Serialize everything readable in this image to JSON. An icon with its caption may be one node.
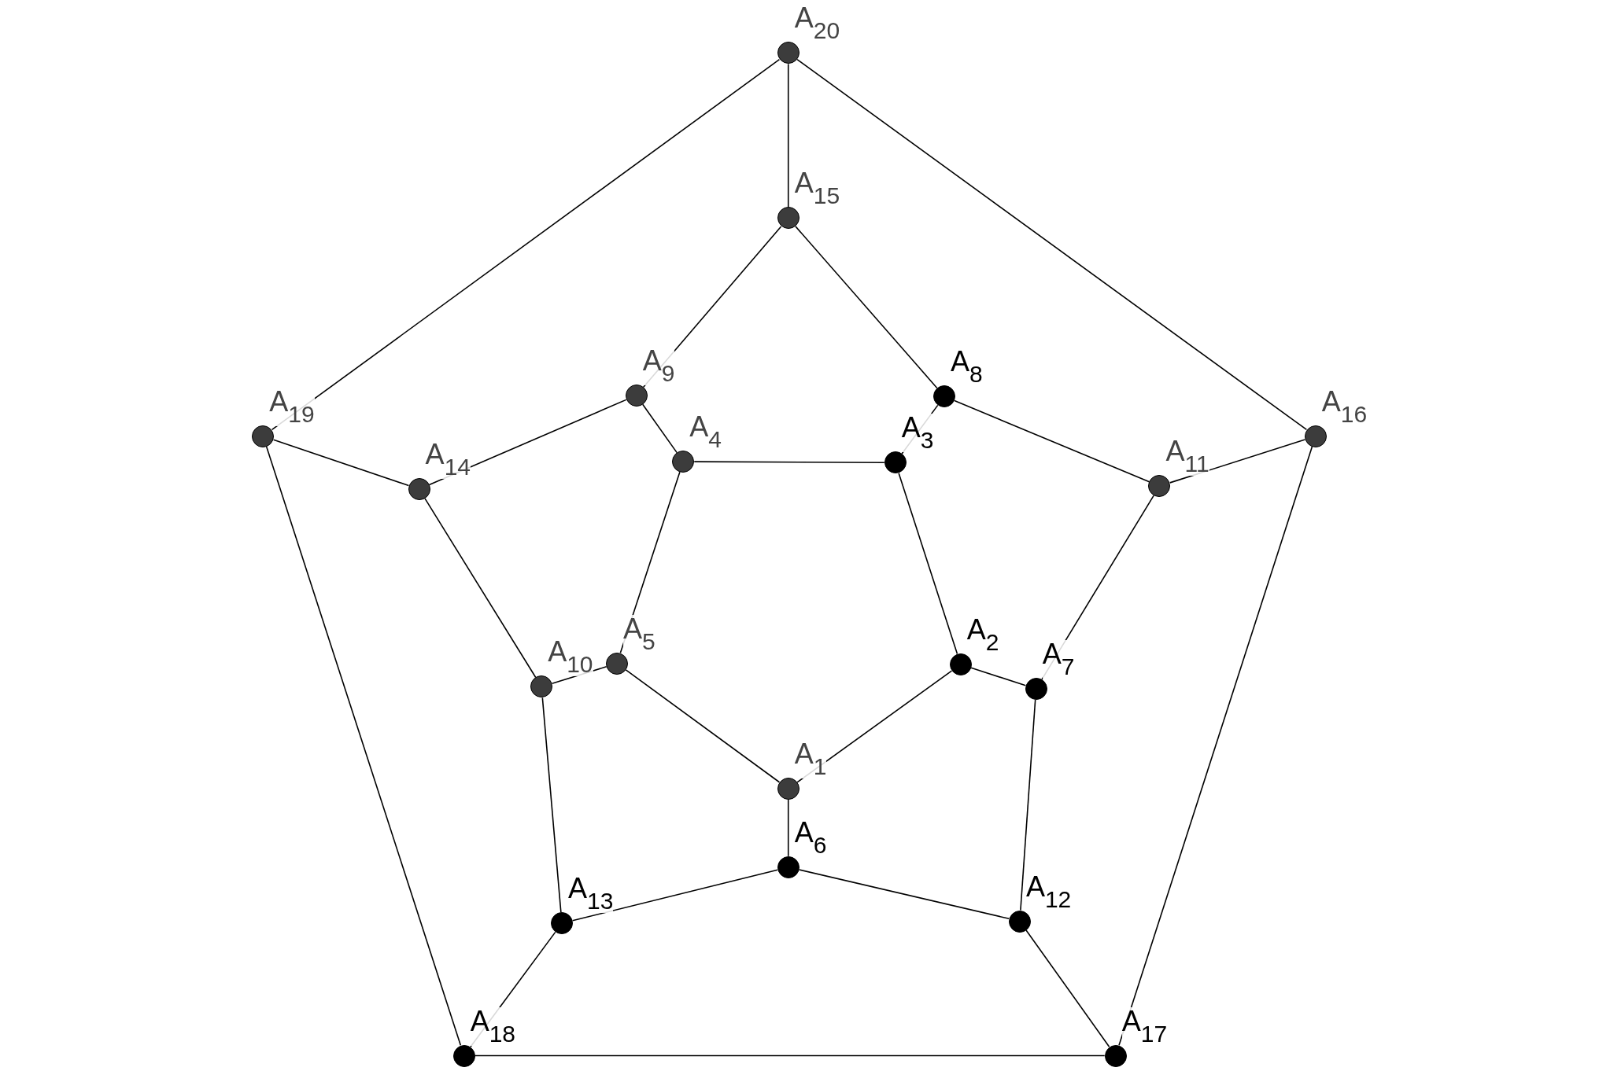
{
  "diagram": {
    "nodes": [
      {
        "text": [],
        "shape": "circle",
        "beside": [
          "A$_{1}$"
        ]
      },
      {
        "text": [],
        "shape": "circle",
        "beside": [
          "A$_{2}$"
        ]
      },
      {
        "text": [],
        "shape": "circle",
        "beside": [
          "A$_{3}$"
        ]
      },
      {
        "text": [],
        "shape": "circle",
        "beside": [
          "A$_{4}$"
        ]
      },
      {
        "text": [],
        "shape": "circle",
        "beside": [
          "A$_{5}$"
        ]
      },
      {
        "text": [],
        "shape": "circle",
        "beside": [
          "A$_{6}$"
        ]
      },
      {
        "text": [],
        "shape": "circle",
        "beside": [
          "A$_{7}$"
        ]
      },
      {
        "text": [],
        "shape": "circle",
        "beside": [
          "A$_{8}$"
        ]
      },
      {
        "text": [],
        "shape": "circle",
        "beside": [
          "A$_{9}$"
        ]
      },
      {
        "text": [],
        "shape": "circle",
        "beside": [
          "A$_{10}$"
        ]
      },
      {
        "text": [],
        "shape": "circle",
        "beside": [
          "A$_{11}$"
        ]
      },
      {
        "text": [],
        "shape": "circle",
        "beside": [
          "A$_{12}$"
        ]
      },
      {
        "text": [],
        "shape": "circle",
        "beside": [
          "A$_{13}$"
        ]
      },
      {
        "text": [],
        "shape": "circle",
        "beside": [
          "A$_{14}$"
        ]
      },
      {
        "text": [],
        "shape": "circle",
        "beside": [
          "A$_{15}$"
        ]
      },
      {
        "text": [],
        "shape": "circle",
        "beside": [
          "A$_{16}$"
        ]
      },
      {
        "text": [],
        "shape": "circle",
        "beside": [
          "A$_{17}$"
        ]
      },
      {
        "text": [],
        "shape": "circle",
        "beside": [
          "A$_{18}$"
        ]
      },
      {
        "text": [],
        "shape": "circle",
        "beside": [
          "A$_{19}$"
        ]
      },
      {
        "text": [],
        "shape": "circle",
        "beside": [
          "A$_{20}$"
        ]
      }
    ],
    "edges": [
      {
        "from": 0,
        "to": 1,
        "arrow": "none"
      },
      {
        "from": 1,
        "to": 2,
        "arrow": "none"
      },
      {
        "from": 2,
        "to": 3,
        "arrow": "none"
      },
      {
        "from": 3,
        "to": 4,
        "arrow": "none"
      },
      {
        "from": 4,
        "to": 0,
        "arrow": "none"
      },
      {
        "from": 0,
        "to": 5,
        "arrow": "none"
      },
      {
        "from": 1,
        "to": 6,
        "arrow": "none"
      },
      {
        "from": 2,
        "to": 7,
        "arrow": "none"
      },
      {
        "from": 3,
        "to": 8,
        "arrow": "none"
      },
      {
        "from": 4,
        "to": 9,
        "arrow": "none"
      },
      {
        "from": 5,
        "to": 11,
        "arrow": "none"
      },
      {
        "from": 5,
        "to": 12,
        "arrow": "none"
      },
      {
        "from": 6,
        "to": 11,
        "arrow": "none"
      },
      {
        "from": 6,
        "to": 10,
        "arrow": "none"
      },
      {
        "from": 7,
        "to": 10,
        "arrow": "none"
      },
      {
        "from": 7,
        "to": 14,
        "arrow": "none"
      },
      {
        "from": 8,
        "to": 14,
        "arrow": "none"
      },
      {
        "from": 8,
        "to": 13,
        "arrow": "none"
      },
      {
        "from": 9,
        "to": 13,
        "arrow": "none"
      },
      {
        "from": 9,
        "to": 12,
        "arrow": "none"
      },
      {
        "from": 10,
        "to": 15,
        "arrow": "none"
      },
      {
        "from": 11,
        "to": 16,
        "arrow": "none"
      },
      {
        "from": 12,
        "to": 17,
        "arrow": "none"
      },
      {
        "from": 13,
        "to": 18,
        "arrow": "none"
      },
      {
        "from": 14,
        "to": 19,
        "arrow": "none"
      },
      {
        "from": 15,
        "to": 16,
        "arrow": "none"
      },
      {
        "from": 16,
        "to": 17,
        "arrow": "none"
      },
      {
        "from": 17,
        "to": 18,
        "arrow": "none"
      },
      {
        "from": 18,
        "to": 19,
        "arrow": "none"
      },
      {
        "from": 19,
        "to": 15,
        "arrow": "none"
      }
    ]
  }
}
